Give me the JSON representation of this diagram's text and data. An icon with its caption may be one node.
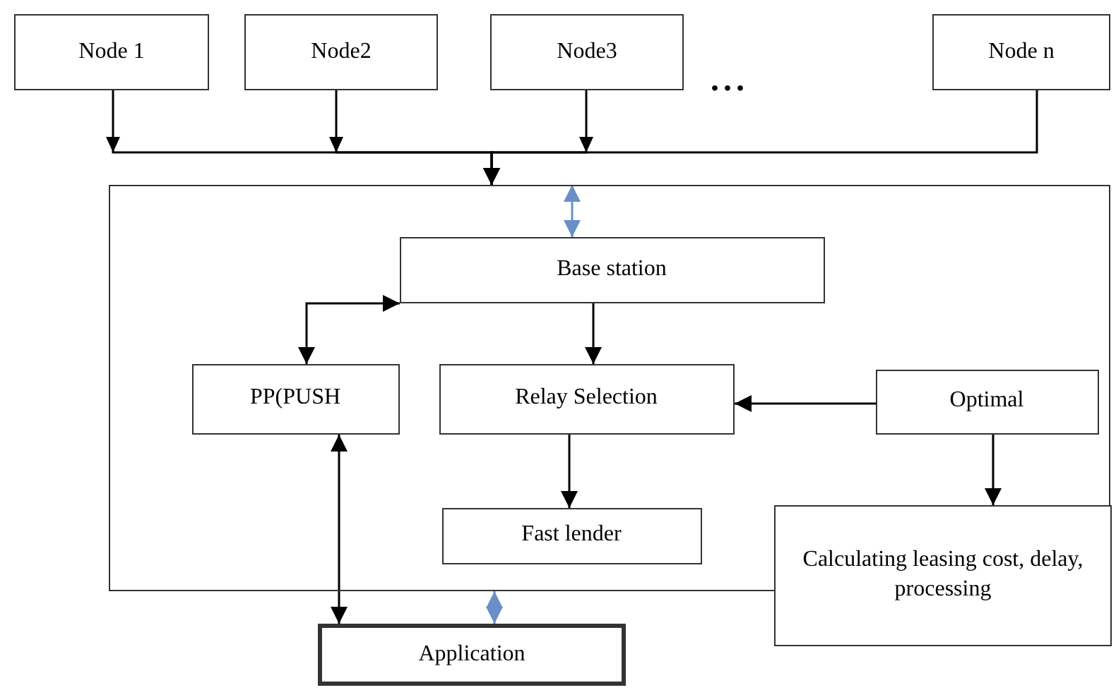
{
  "diagram": {
    "nodes": [
      {
        "text": [
          "Node 1"
        ]
      },
      {
        "text": [
          "Node2"
        ]
      },
      {
        "text": [
          "Node3"
        ]
      },
      {
        "text": [
          "Node n"
        ]
      },
      {
        "text": [],
        "shape": "box"
      },
      {
        "text": [
          "Base station"
        ],
        "in": 4
      },
      {
        "text": [
          "PP(PUSH"
        ],
        "in": 4
      },
      {
        "text": [
          "Relay Selection"
        ],
        "in": 4
      },
      {
        "text": [
          "Optimal"
        ],
        "in": 4
      },
      {
        "text": [
          "Fast lender"
        ],
        "in": 4
      },
      {
        "text": [
          "Calculating leasing cost, delay, processing"
        ]
      },
      {
        "text": [
          "Application"
        ]
      }
    ],
    "edges": [
      {
        "from": 0,
        "to": 4,
        "arrow": "to"
      },
      {
        "from": 1,
        "to": 4,
        "arrow": "to"
      },
      {
        "from": 2,
        "to": 4,
        "arrow": "to"
      },
      {
        "from": 3,
        "to": 4,
        "arrow": "to"
      },
      {
        "from": 4,
        "to": 5,
        "arrow": "both",
        "color": "#6a8fc7"
      },
      {
        "from": 5,
        "to": 6,
        "arrow": "both"
      },
      {
        "from": 5,
        "to": 7,
        "arrow": "to"
      },
      {
        "from": 8,
        "to": 7,
        "arrow": "to"
      },
      {
        "from": 7,
        "to": 9,
        "arrow": "to"
      },
      {
        "from": 8,
        "to": 10,
        "arrow": "to"
      },
      {
        "from": 6,
        "to": 11,
        "arrow": "both"
      },
      {
        "from": 4,
        "to": 11,
        "arrow": "both",
        "color": "#6a8fc7"
      }
    ],
    "labels": [
      "..."
    ]
  }
}
